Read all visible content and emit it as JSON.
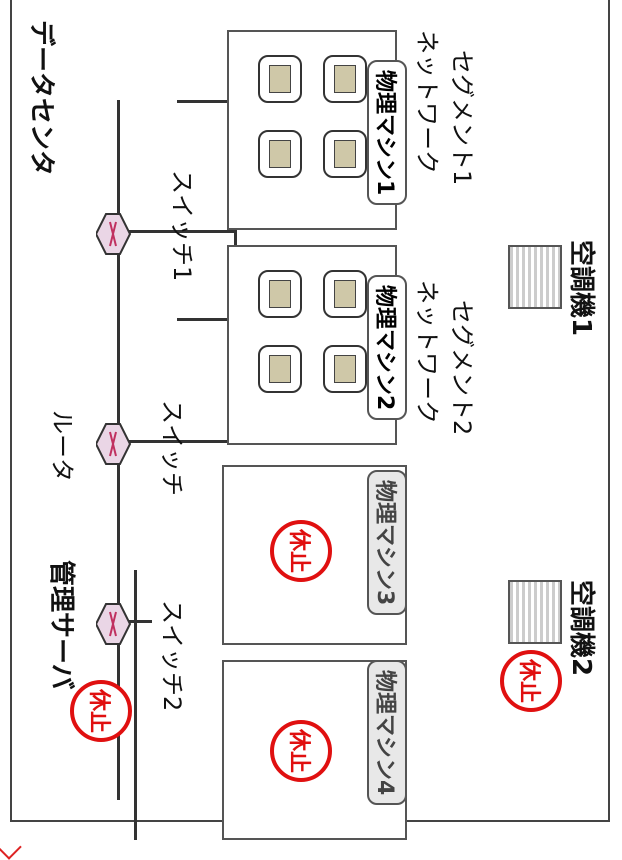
{
  "labels": {
    "datacenter": "データセンタ",
    "switch1": "スイッチ1",
    "router": "ルータ",
    "switch": "スイッチ",
    "switch2": "スイッチ2",
    "mgmt_server": "管理サーバ",
    "netseg1": "ネットワーク",
    "netseg1b": "セグメント1",
    "netseg2": "ネットワーク",
    "netseg2b": "セグメント2",
    "aircon1": "空調機1",
    "aircon2": "空調機2"
  },
  "machines": [
    {
      "name": "物理マシン1",
      "status": ""
    },
    {
      "name": "物理マシン2",
      "status": ""
    },
    {
      "name": "物理マシン3",
      "status": "休止"
    },
    {
      "name": "物理マシン4",
      "status": "休止"
    }
  ],
  "stop_marks": {
    "mgmt": "休止",
    "pm3": "休止",
    "pm4": "休止",
    "aircon2": "休止"
  }
}
